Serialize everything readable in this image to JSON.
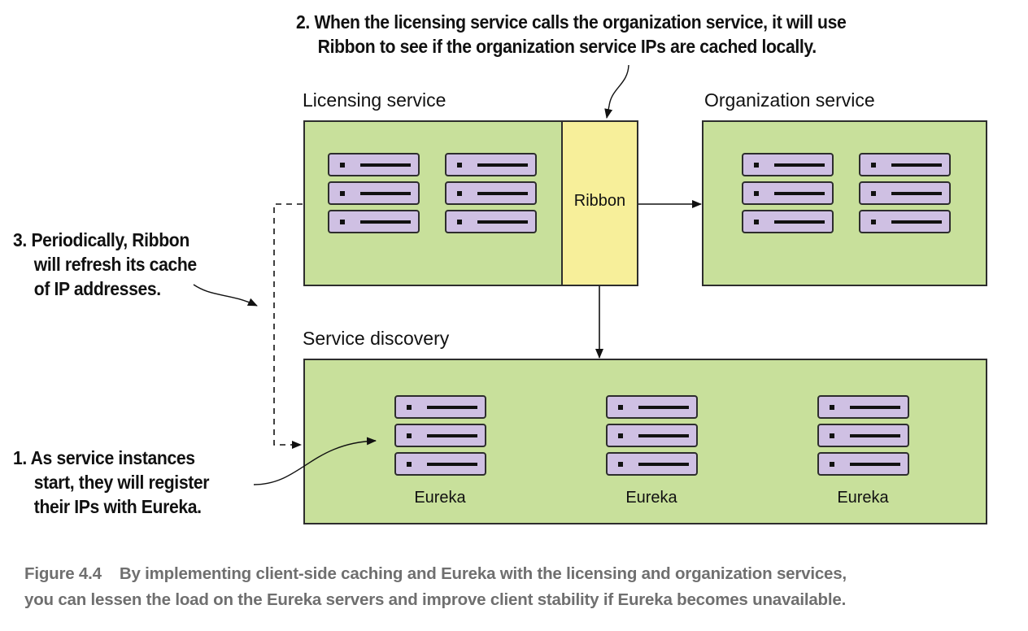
{
  "callouts": {
    "step2": {
      "number": "2.",
      "line1": "When the licensing service calls the organization service, it will use",
      "line2": "Ribbon to see if the organization service IPs are cached locally."
    },
    "step3": {
      "number": "3.",
      "line1": "Periodically, Ribbon",
      "line2": "will refresh its cache",
      "line3": "of IP addresses."
    },
    "step1": {
      "number": "1.",
      "line1": "As service instances",
      "line2": "start, they will register",
      "line3": "their IPs with Eureka."
    }
  },
  "regions": {
    "licensing": "Licensing service",
    "organization": "Organization service",
    "discovery": "Service discovery"
  },
  "ribbon": {
    "label": "Ribbon"
  },
  "eureka": {
    "labels": [
      "Eureka",
      "Eureka",
      "Eureka"
    ]
  },
  "caption": {
    "figure": "Figure 4.4",
    "line1": "By implementing client-side caching and Eureka with the licensing and organization services,",
    "line2": "you can lessen the load on the Eureka servers and improve client stability if Eureka becomes unavailable."
  },
  "colors": {
    "service_box": "#c8e09b",
    "ribbon": "#f7ef9a",
    "server": "#cfc0e3",
    "caption_text": "#6f6f6f"
  }
}
